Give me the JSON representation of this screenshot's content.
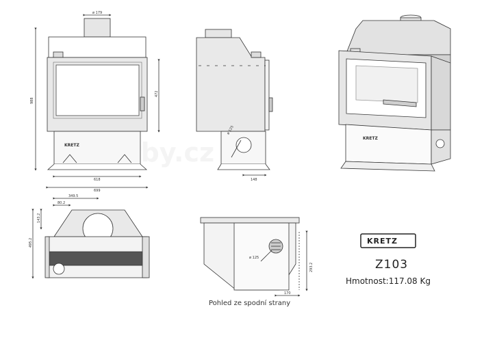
{
  "brand": {
    "logo_text": "KRETZ"
  },
  "product": {
    "model": "Z103",
    "weight_label": "Hmotnost:117.08 Kg"
  },
  "views": {
    "bottom_view_caption": "Pohled ze spodní strany"
  },
  "watermark": {
    "text": "e-krby.cz"
  },
  "dimensions": {
    "flue_diameter": "ø 179",
    "total_height": "988",
    "door_height": "472",
    "inner_width": "618",
    "total_width": "699",
    "side_inlet_diameter": "ø 125",
    "side_offset": "148",
    "top_offset_x": "349.5",
    "top_offset_x2": "80.2",
    "top_depth": "143.2",
    "total_depth": "495.2",
    "bottom_inlet_diameter": "ø 125",
    "bottom_offset_y": "293.2",
    "bottom_offset_x": "170"
  }
}
